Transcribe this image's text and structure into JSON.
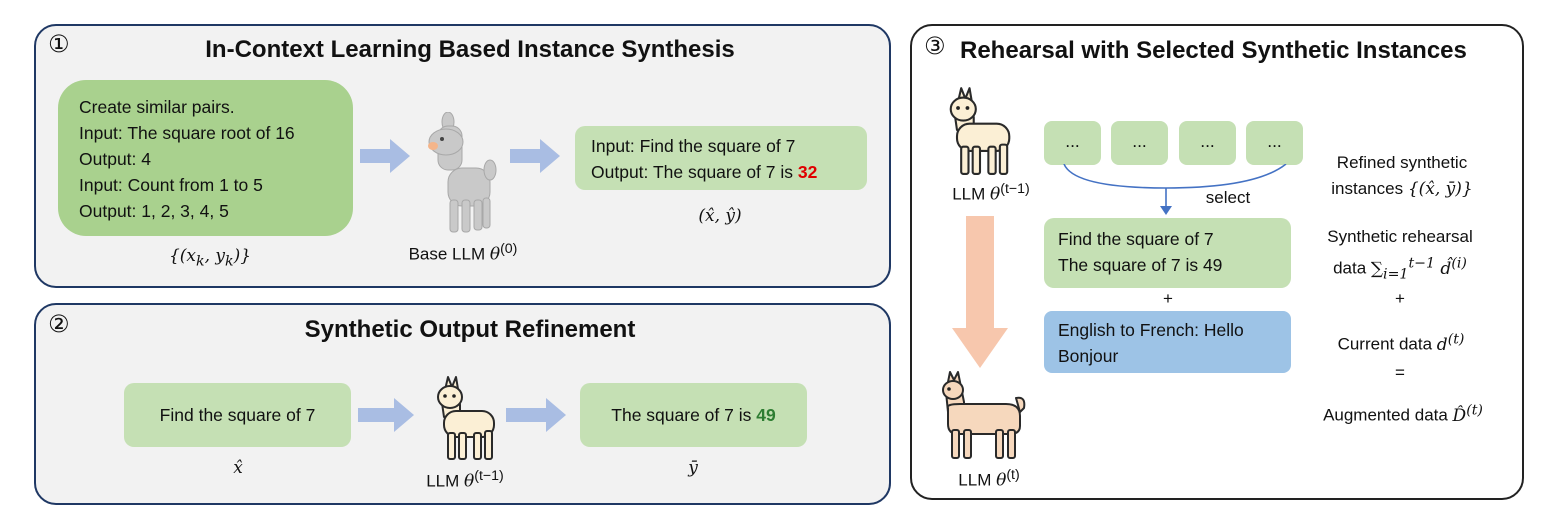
{
  "panel1": {
    "number": "①",
    "title": "In-Context Learning Based Instance Synthesis",
    "prompt_lines": [
      "Create similar pairs.",
      "Input: The square root of 16",
      "Output: 4",
      "Input: Count from 1 to 5",
      "Output: 1, 2, 3, 4, 5"
    ],
    "prompt_label": "{(x_k, y_k)}",
    "model_label": "Base LLM θ^(0)",
    "out_line1": "Input: Find the square of 7",
    "out_line2_prefix": "Output: The square of 7 is ",
    "out_line2_value": "32",
    "out_label": "(x̂, ŷ)"
  },
  "panel2": {
    "number": "②",
    "title": "Synthetic Output Refinement",
    "input_text": "Find the square of 7",
    "input_label": "x̂",
    "model_label": "LLM θ^(t−1)",
    "output_prefix": "The square of 7 is ",
    "output_value": "49",
    "output_label": "ȳ"
  },
  "panel3": {
    "number": "③",
    "title": "Rehearsal with Selected Synthetic Instances",
    "top_model_label": "LLM θ^(t−1)",
    "bottom_model_label": "LLM θ^(t)",
    "candidates": [
      "...",
      "...",
      "...",
      "..."
    ],
    "select_label": "select",
    "selected_line1": "Find the square of 7",
    "selected_line2": "The square of 7 is 49",
    "plus": "+",
    "current_text": "English to French: Hello Bonjour",
    "side_refined_1": "Refined synthetic",
    "side_refined_2": "instances {(x̂, ȳ)}",
    "side_rehearsal_1": "Synthetic rehearsal",
    "side_rehearsal_2": "data ∑_{i=1}^{t−1} d̂^(i)",
    "side_plus": "+",
    "side_current": "Current data d^(t)",
    "side_equals": "=",
    "side_augmented": "Augmented data D̂^(t)"
  },
  "colors": {
    "border_blue": "#1f3864",
    "green_box": "#a9d18e",
    "light_green_box": "#c5e0b4",
    "blue_box": "#9dc3e6",
    "arrow_blue": "#a9bde3",
    "arrow_orange": "#f7c7ad",
    "select_line": "#4472c4",
    "wrong_value": "#e00000",
    "right_value": "#2e7d32"
  },
  "icons": [
    "llama-grey-icon",
    "llama-cream-icon",
    "llama-tan-icon"
  ]
}
